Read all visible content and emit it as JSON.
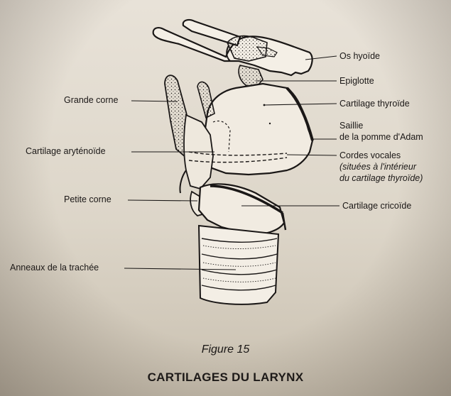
{
  "figure": {
    "number": "Figure 15",
    "title": "CARTILAGES DU LARYNX"
  },
  "labels": {
    "os_hyoide": "Os hyoïde",
    "epiglotte": "Epiglotte",
    "cartilage_thyroide": "Cartilage thyroïde",
    "saillie_line1": "Saillie",
    "saillie_line2": "de la pomme d'Adam",
    "cordes_vocales": "Cordes vocales",
    "cordes_note_line1": "(situées à l'intérieur",
    "cordes_note_line2": "du cartilage thyroïde)",
    "cartilage_cricoide": "Cartilage cricoïde",
    "grande_corne": "Grande corne",
    "cartilage_arytenoide": "Cartilage aryténoïde",
    "petite_corne": "Petite corne",
    "anneaux_trachee": "Anneaux de la trachée"
  },
  "colors": {
    "ink": "#1a1716",
    "paper": "#e2dbcf"
  }
}
